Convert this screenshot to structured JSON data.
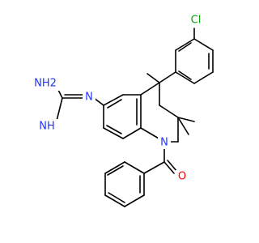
{
  "molecule": {
    "atoms": {
      "cl": "Cl",
      "n_amine_top": "NH2",
      "n_imine_bottom": "NH",
      "n_link": "N",
      "n_ring": "N",
      "o_carbonyl": "O"
    }
  },
  "colors": {
    "bond": "#000000",
    "N": "#2233ff",
    "O": "#ff0000",
    "Cl": "#00aa00"
  }
}
